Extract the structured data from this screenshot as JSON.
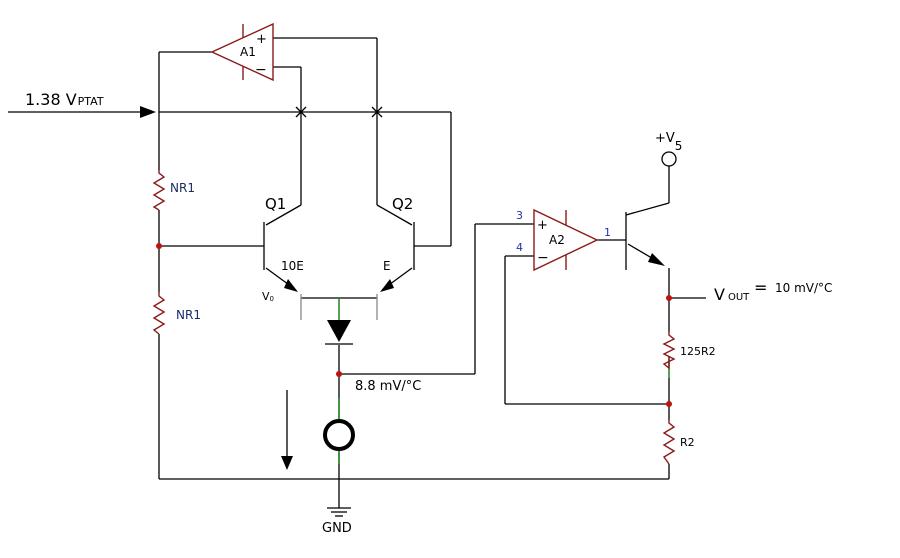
{
  "labels": {
    "input": "1.38 V",
    "input_sub": "PTAT",
    "a1": "A1",
    "a2": "A2",
    "q1": "Q1",
    "q2": "Q2",
    "nr1_top": "NR1",
    "nr1_bottom": "NR1",
    "e10": "10E",
    "e": "E",
    "v0": "V",
    "v0_sub": "0",
    "slope_in": "8.8 mV/°C",
    "supply": "+V",
    "supply_sub": "5",
    "vout": "V",
    "vout_sub": "OUT",
    "vout_eq": "=",
    "vout_val": "10 mV/°C",
    "r_125": "125R2",
    "r_2": "R2",
    "gnd": "GND",
    "pin3": "3",
    "pin4": "4",
    "pin1": "1",
    "plus": "+",
    "minus": "−"
  },
  "colors": {
    "wire": "#000000",
    "component": "#8b1a1a",
    "junction": "#c01010",
    "lead": "#2a8a2a",
    "pin_number": "#2233aa"
  }
}
